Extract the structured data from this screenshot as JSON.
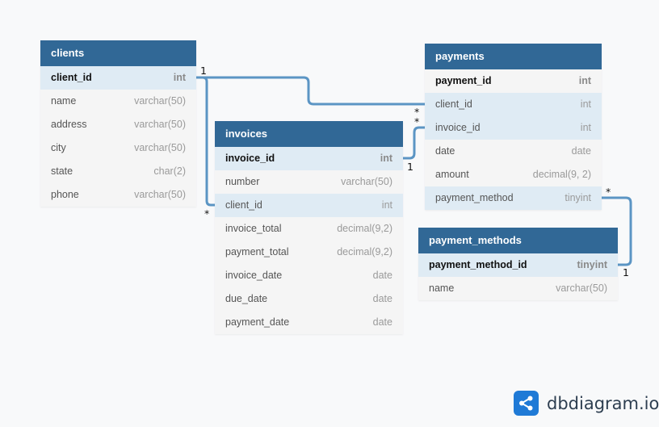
{
  "tables": {
    "clients": {
      "name": "clients",
      "fields": [
        {
          "name": "client_id",
          "type": "int"
        },
        {
          "name": "name",
          "type": "varchar(50)"
        },
        {
          "name": "address",
          "type": "varchar(50)"
        },
        {
          "name": "city",
          "type": "varchar(50)"
        },
        {
          "name": "state",
          "type": "char(2)"
        },
        {
          "name": "phone",
          "type": "varchar(50)"
        }
      ]
    },
    "invoices": {
      "name": "invoices",
      "fields": [
        {
          "name": "invoice_id",
          "type": "int"
        },
        {
          "name": "number",
          "type": "varchar(50)"
        },
        {
          "name": "client_id",
          "type": "int"
        },
        {
          "name": "invoice_total",
          "type": "decimal(9,2)"
        },
        {
          "name": "payment_total",
          "type": "decimal(9,2)"
        },
        {
          "name": "invoice_date",
          "type": "date"
        },
        {
          "name": "due_date",
          "type": "date"
        },
        {
          "name": "payment_date",
          "type": "date"
        }
      ]
    },
    "payments": {
      "name": "payments",
      "fields": [
        {
          "name": "payment_id",
          "type": "int"
        },
        {
          "name": "client_id",
          "type": "int"
        },
        {
          "name": "invoice_id",
          "type": "int"
        },
        {
          "name": "date",
          "type": "date"
        },
        {
          "name": "amount",
          "type": "decimal(9, 2)"
        },
        {
          "name": "payment_method",
          "type": "tinyint"
        }
      ]
    },
    "payment_methods": {
      "name": "payment_methods",
      "fields": [
        {
          "name": "payment_method_id",
          "type": "tinyint"
        },
        {
          "name": "name",
          "type": "varchar(50)"
        }
      ]
    }
  },
  "cardinality": {
    "clients_one": "1",
    "invoices_client_many": "*",
    "payments_client_many": "*",
    "payments_invoice_many": "*",
    "invoices_one": "1",
    "payments_method_many": "*",
    "payment_methods_one": "1"
  },
  "brand": {
    "text": "dbdiagram.io",
    "icon": "share-nodes-icon",
    "color": "#1f7ad6"
  },
  "colors": {
    "header": "#316896",
    "connector": "#5b95c4",
    "highlight_row": "#dfebf4"
  }
}
